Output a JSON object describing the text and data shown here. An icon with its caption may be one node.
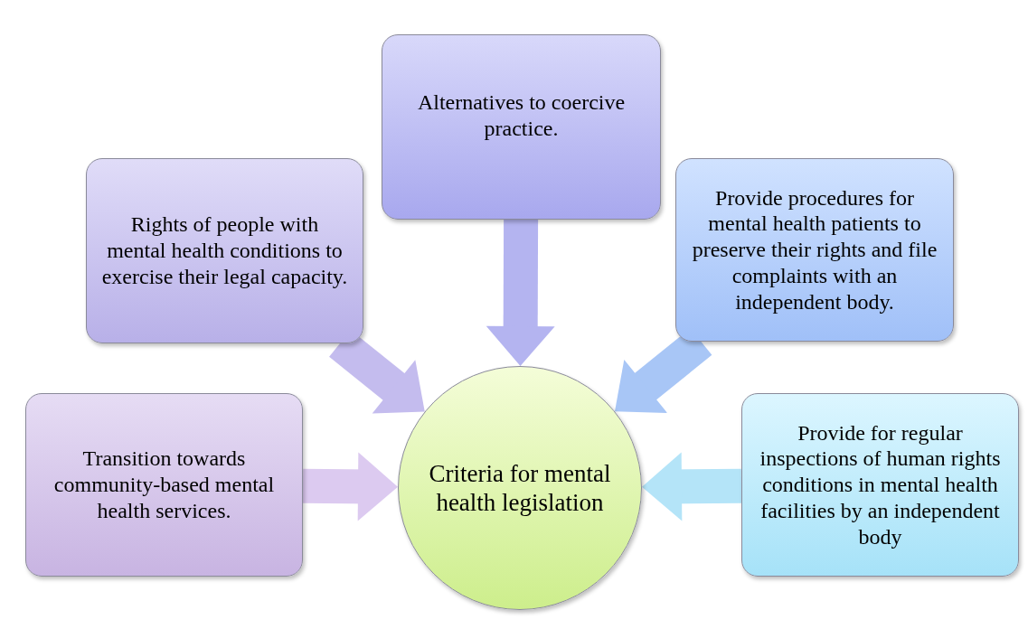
{
  "diagram": {
    "nodes": [
      {
        "text": [
          "Alternatives to coercive practice."
        ]
      },
      {
        "text": [
          "Rights of people with mental health conditions to exercise their legal capacity."
        ]
      },
      {
        "text": [
          "Provide procedures for mental health patients to preserve their rights and file complaints with an independent body."
        ]
      },
      {
        "text": [
          "Transition towards community-based mental health services."
        ]
      },
      {
        "text": [
          "Criteria for mental health legislation"
        ]
      },
      {
        "text": [
          "Provide for regular inspections of human rights conditions in mental health facilities by an independent body"
        ]
      }
    ],
    "edges": [
      {
        "from": 0,
        "to": 4,
        "arrow": "to",
        "color": "#b4b4f0"
      },
      {
        "from": 1,
        "to": 4,
        "arrow": "to",
        "color": "#c4bcee"
      },
      {
        "from": 2,
        "to": 4,
        "arrow": "to",
        "color": "#a8c6f6"
      },
      {
        "from": 3,
        "to": 4,
        "arrow": "to",
        "color": "#dccaf0"
      },
      {
        "from": 5,
        "to": 4,
        "arrow": "to",
        "color": "#b4e4f8"
      }
    ]
  }
}
